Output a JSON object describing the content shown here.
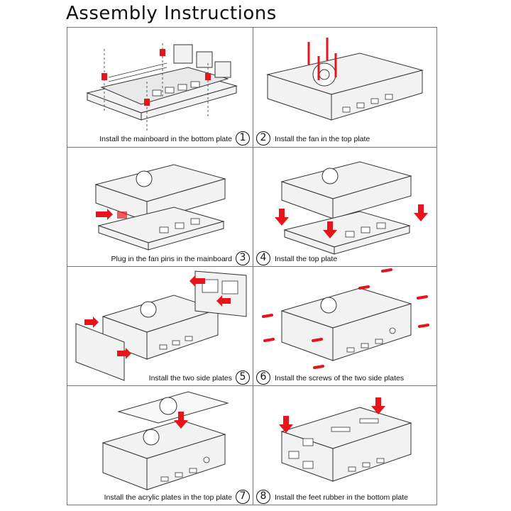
{
  "title": "Assembly Instructions",
  "colors": {
    "border": "#777777",
    "line": "#333333",
    "accent": "#e8141b",
    "metal": "#f2f2f2"
  },
  "steps": [
    {
      "number": "1",
      "caption": "Install the mainboard in the bottom plate"
    },
    {
      "number": "2",
      "caption": "Install the fan in the top plate"
    },
    {
      "number": "3",
      "caption": "Plug in the fan pins in the mainboard"
    },
    {
      "number": "4",
      "caption": "Install the top plate"
    },
    {
      "number": "5",
      "caption": "Install the two side plates"
    },
    {
      "number": "6",
      "caption": "Install the screws of the two side plates"
    },
    {
      "number": "7",
      "caption": "Install the acrylic plates in the top plate"
    },
    {
      "number": "8",
      "caption": "Install the feet rubber in the bottom plate"
    }
  ]
}
